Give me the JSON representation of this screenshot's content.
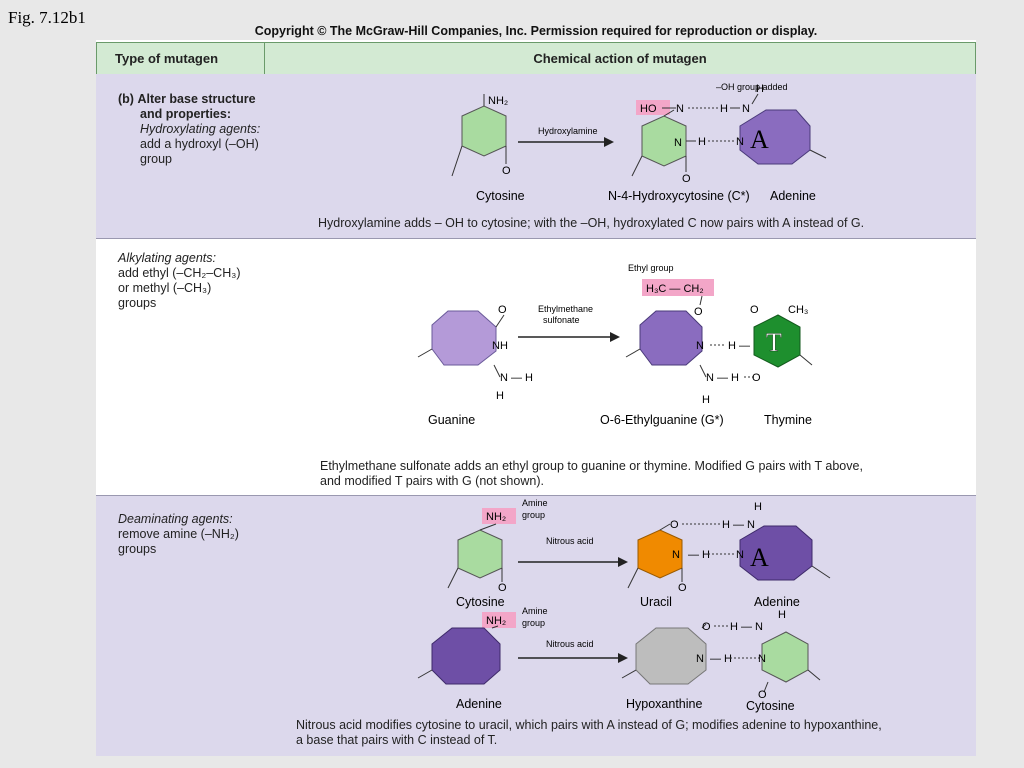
{
  "figure_label": "Fig. 7.12b1",
  "copyright": "Copyright © The McGraw-Hill Companies, Inc. Permission required for reproduction or display.",
  "header": {
    "col1": "Type of mutagen",
    "col2": "Chemical action of mutagen"
  },
  "section_b": {
    "prefix": "(b)",
    "title_line1": "Alter base structure",
    "title_line2": "and properties:",
    "agent": "Hydroxylating agents:",
    "desc_line1": "add a hydroxyl (–OH)",
    "desc_line2": "group",
    "oh_group_added": "–OH group added",
    "reagent": "Hydroxylamine",
    "label_cytosine": "Cytosine",
    "label_product": "N-4-Hydroxycytosine (C*)",
    "label_adenine": "Adenine",
    "big_letter": "A",
    "caption": "Hydroxylamine adds – OH to cytosine; with the –OH, hydroxylated C now pairs with A instead of G."
  },
  "alkylating": {
    "agent": "Alkylating agents:",
    "line1": "add ethyl (–CH₂–CH₃)",
    "line2": "or methyl (–CH₃)",
    "line3": "groups",
    "ethyl_group": "Ethyl group",
    "reagent_line1": "Ethylmethane",
    "reagent_line2": "sulfonate",
    "label_guanine": "Guanine",
    "label_product": "O-6-Ethylguanine (G*)",
    "label_thymine": "Thymine",
    "big_letter": "T",
    "caption_line1": "Ethylmethane sulfonate adds an ethyl group to guanine or thymine. Modified G pairs with T above,",
    "caption_line2": "and modified T pairs with G (not shown)."
  },
  "deaminating": {
    "agent": "Deaminating agents:",
    "line1": "remove amine (–NH₂)",
    "line2": "groups",
    "amine_group_line1": "Amine",
    "amine_group_line2": "group",
    "reagent": "Nitrous acid",
    "label_cytosine": "Cytosine",
    "label_uracil": "Uracil",
    "label_adenine": "Adenine",
    "label_adenine2": "Adenine",
    "label_hypoxanthine": "Hypoxanthine",
    "label_cytosine2": "Cytosine",
    "big_letter": "A",
    "caption_line1": "Nitrous acid modifies cytosine to uracil, which pairs with A instead of G; modifies adenine to hypoxanthine,",
    "caption_line2": "a base that pairs with C instead of T."
  },
  "colors": {
    "header_green": "#d3ead3",
    "row_lavender": "#dcd8ec",
    "cytosine_green": "#a9dba0",
    "purine_purple": "#8a6cbf",
    "adenine_dark": "#6e4fa6",
    "thymine_green": "#1e8f2e",
    "uracil_orange": "#f08a00",
    "hypoxanthine_gray": "#bdbdbd",
    "highlight_pink": "#f3a6c8"
  }
}
